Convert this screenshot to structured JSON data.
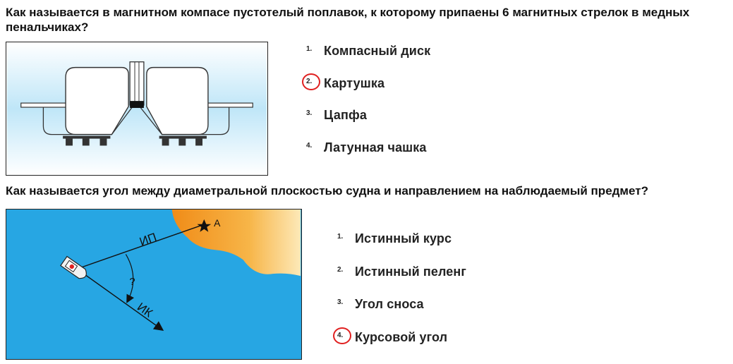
{
  "questions": [
    {
      "text": "Как называется в магнитном компасе пустотелый поплавок, к которому припаены 6 магнитных стрелок в медных пенальчиках?",
      "options": [
        {
          "num": "1.",
          "label": "Компасный диск",
          "selected": false
        },
        {
          "num": "2.",
          "label": "Картушка",
          "selected": true
        },
        {
          "num": "3.",
          "label": "Цапфа",
          "selected": false
        },
        {
          "num": "4.",
          "label": "Латунная чашка",
          "selected": false
        }
      ]
    },
    {
      "text": "Как называется угол между диаметральной плоскостью судна и направлением на наблюдаемый предмет?",
      "options": [
        {
          "num": "1.",
          "label": "Истинный курс",
          "selected": false
        },
        {
          "num": "2.",
          "label": "Истинный пеленг",
          "selected": false
        },
        {
          "num": "3.",
          "label": "Угол сноса",
          "selected": false
        },
        {
          "num": "4.",
          "label": "Курсовой угол",
          "selected": true
        }
      ]
    }
  ],
  "figure2_labels": {
    "bearing": "ИП",
    "course": "ИК",
    "angle": "?",
    "object": "А"
  },
  "colors": {
    "selection_circle": "#e02020",
    "water": "#27a6e3",
    "land": "#f39a1c"
  }
}
